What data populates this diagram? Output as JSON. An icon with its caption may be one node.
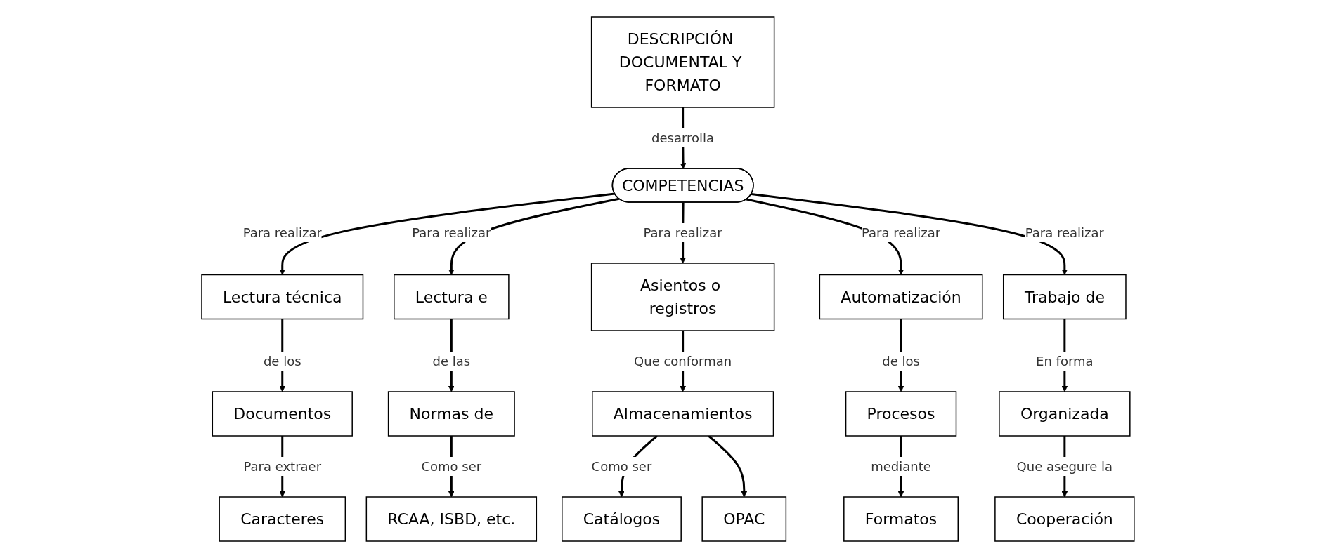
{
  "diagram": {
    "nodes": [
      {
        "text": [
          "DESCRIPCIÓN DOCUMENTAL Y FORMATO"
        ]
      },
      {
        "text": [
          "COMPETENCIAS"
        ]
      },
      {
        "text": [
          "Lectura técnica"
        ]
      },
      {
        "text": [
          "Lectura e"
        ]
      },
      {
        "text": [
          "Asientos o registros"
        ]
      },
      {
        "text": [
          "Automatización"
        ]
      },
      {
        "text": [
          "Trabajo de"
        ]
      },
      {
        "text": [
          "Documentos"
        ]
      },
      {
        "text": [
          "Normas de"
        ]
      },
      {
        "text": [
          "Almacenamientos"
        ]
      },
      {
        "text": [
          "Procesos"
        ]
      },
      {
        "text": [
          "Organizada"
        ]
      },
      {
        "text": [
          "Caracteres"
        ]
      },
      {
        "text": [
          "RCAA, ISBD, etc."
        ]
      },
      {
        "text": [
          "Catálogos"
        ]
      },
      {
        "text": [
          "OPAC"
        ]
      },
      {
        "text": [
          "Formatos"
        ]
      },
      {
        "text": [
          "Cooperación"
        ]
      }
    ],
    "edges": [
      {
        "from": 0,
        "to": 1,
        "arrow": "to",
        "label": "desarrolla"
      },
      {
        "from": 1,
        "to": 2,
        "arrow": "to",
        "label": "Para realizar"
      },
      {
        "from": 1,
        "to": 3,
        "arrow": "to",
        "label": "Para realizar"
      },
      {
        "from": 1,
        "to": 4,
        "arrow": "to",
        "label": "Para realizar"
      },
      {
        "from": 1,
        "to": 5,
        "arrow": "to",
        "label": "Para realizar"
      },
      {
        "from": 1,
        "to": 6,
        "arrow": "to",
        "label": "Para realizar"
      },
      {
        "from": 2,
        "to": 7,
        "arrow": "to",
        "label": "de los"
      },
      {
        "from": 3,
        "to": 8,
        "arrow": "to",
        "label": "de las"
      },
      {
        "from": 4,
        "to": 9,
        "arrow": "to",
        "label": "Que conforman"
      },
      {
        "from": 5,
        "to": 10,
        "arrow": "to",
        "label": "de los"
      },
      {
        "from": 6,
        "to": 11,
        "arrow": "to",
        "label": "En forma"
      },
      {
        "from": 7,
        "to": 12,
        "arrow": "to",
        "label": "Para extraer"
      },
      {
        "from": 8,
        "to": 13,
        "arrow": "to",
        "label": "Como ser"
      },
      {
        "from": 9,
        "to": 14,
        "arrow": "to",
        "label": "Como ser"
      },
      {
        "from": 9,
        "to": 15,
        "arrow": "to"
      },
      {
        "from": 10,
        "to": 16,
        "arrow": "to",
        "label": "mediante"
      },
      {
        "from": 11,
        "to": 17,
        "arrow": "to",
        "label": "Que asegure la"
      }
    ]
  }
}
